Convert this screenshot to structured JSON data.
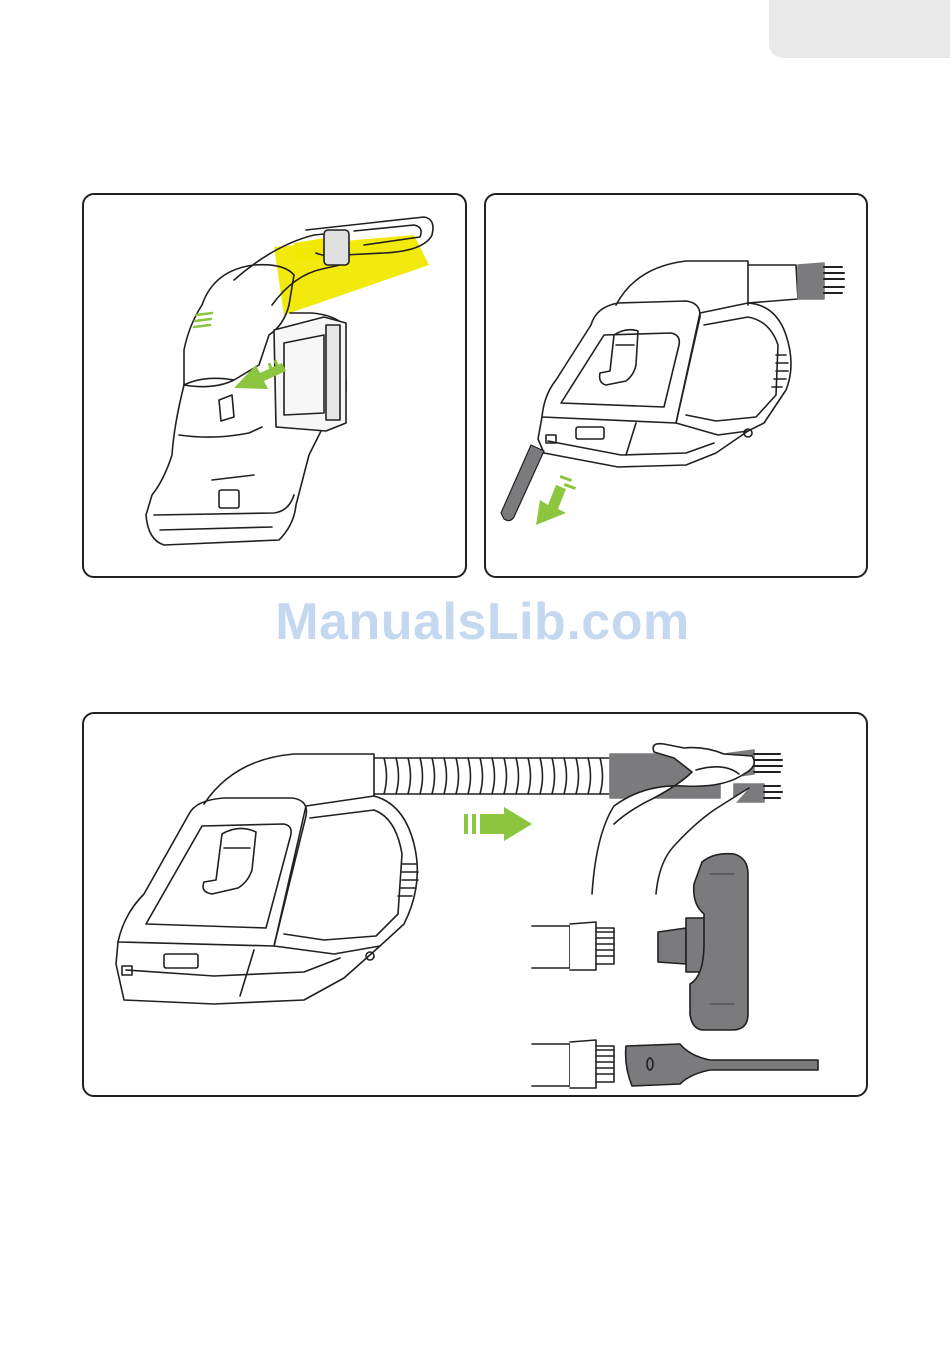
{
  "watermark": {
    "text": "ManualsLib.com"
  },
  "colors": {
    "accent_green": "#8cc63f",
    "highlight_yellow": "#f2e900",
    "outline": "#231f20",
    "accessory_grey": "#7b7b7d",
    "page_tab": "#e9e9ea",
    "watermark": "#c4d8f0"
  },
  "figures": [
    {
      "id": "step-1",
      "icons": [
        "handheld-vacuum-icon",
        "release-button-icon",
        "green-arrow-icon"
      ]
    },
    {
      "id": "step-2",
      "icons": [
        "handheld-vacuum-icon",
        "brush-nozzle-icon",
        "crevice-tool-icon",
        "green-arrow-icon"
      ]
    },
    {
      "id": "step-3",
      "icons": [
        "handheld-vacuum-icon",
        "flexible-hose-icon",
        "hand-icon",
        "brush-nozzle-icon",
        "upholstery-nozzle-icon",
        "crevice-tool-icon",
        "green-arrow-icon"
      ]
    }
  ]
}
